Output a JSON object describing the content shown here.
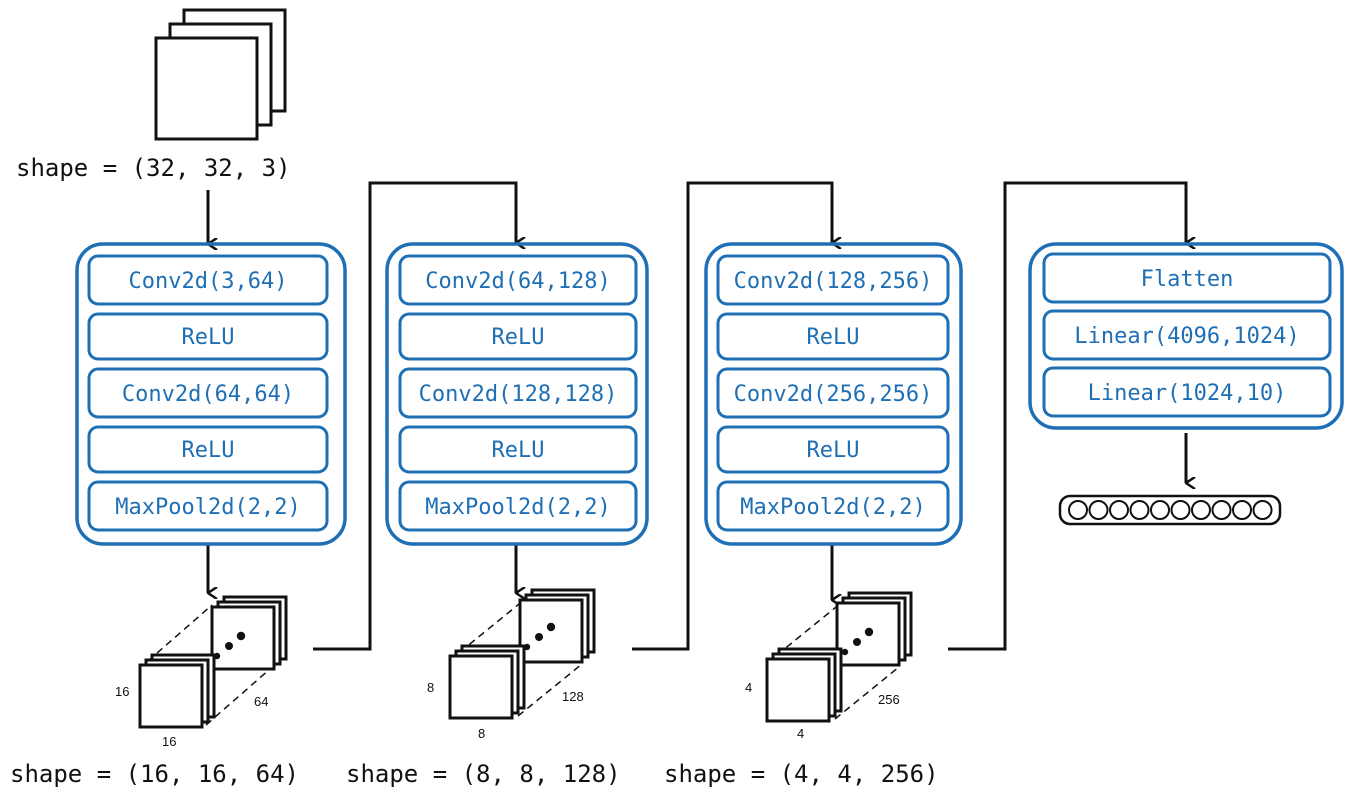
{
  "input": {
    "shape_label": "shape = (32, 32, 3)"
  },
  "blocks": [
    {
      "layers": [
        "Conv2d(3,64)",
        "ReLU",
        "Conv2d(64,64)",
        "ReLU",
        "MaxPool2d(2,2)"
      ],
      "output": {
        "height_label": "16",
        "width_label": "16",
        "channels_label": "64",
        "shape_label": "shape = (16, 16, 64)"
      }
    },
    {
      "layers": [
        "Conv2d(64,128)",
        "ReLU",
        "Conv2d(128,128)",
        "ReLU",
        "MaxPool2d(2,2)"
      ],
      "output": {
        "height_label": "8",
        "width_label": "8",
        "channels_label": "128",
        "shape_label": "shape = (8, 8, 128)"
      }
    },
    {
      "layers": [
        "Conv2d(128,256)",
        "ReLU",
        "Conv2d(256,256)",
        "ReLU",
        "MaxPool2d(2,2)"
      ],
      "output": {
        "height_label": "4",
        "width_label": "4",
        "channels_label": "256",
        "shape_label": "shape = (4, 4, 256)"
      }
    }
  ],
  "classifier": {
    "layers": [
      "Flatten",
      "Linear(4096,1024)",
      "Linear(1024,10)"
    ],
    "output_units": 10
  },
  "colors": {
    "block_stroke": "#1f6fb5",
    "text_blue": "#1f6fb5",
    "line": "#111111"
  }
}
